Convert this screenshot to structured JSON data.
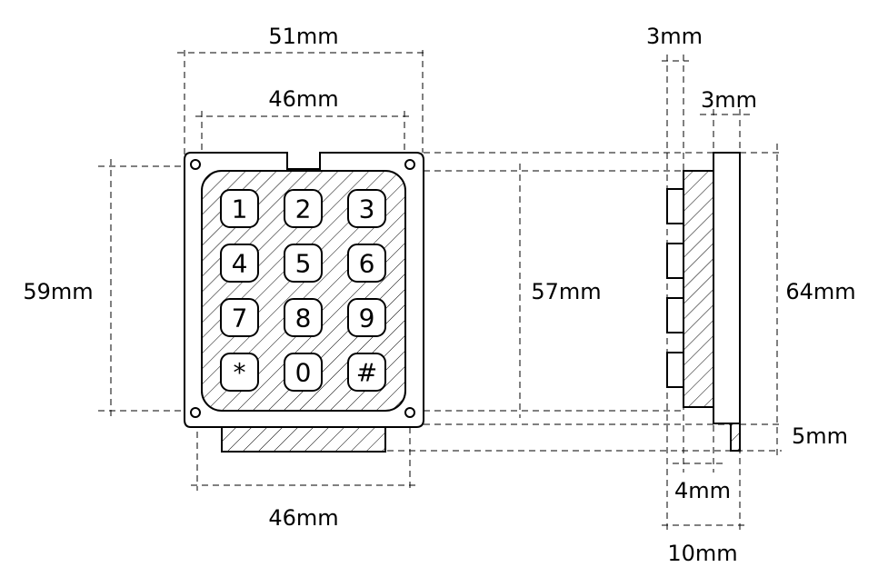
{
  "dimensions": {
    "top_outer_width": "51mm",
    "top_inner_width": "46mm",
    "left_height": "59mm",
    "bottom_width": "46mm",
    "middle_height": "57mm",
    "side_height": "64mm",
    "side_top_a": "3mm",
    "side_top_b": "3mm",
    "side_bottom_a": "5mm",
    "side_bottom_b": "4mm",
    "side_bottom_c": "10mm"
  },
  "keys": [
    "1",
    "2",
    "3",
    "4",
    "5",
    "6",
    "7",
    "8",
    "9",
    "*",
    "0",
    "#"
  ]
}
